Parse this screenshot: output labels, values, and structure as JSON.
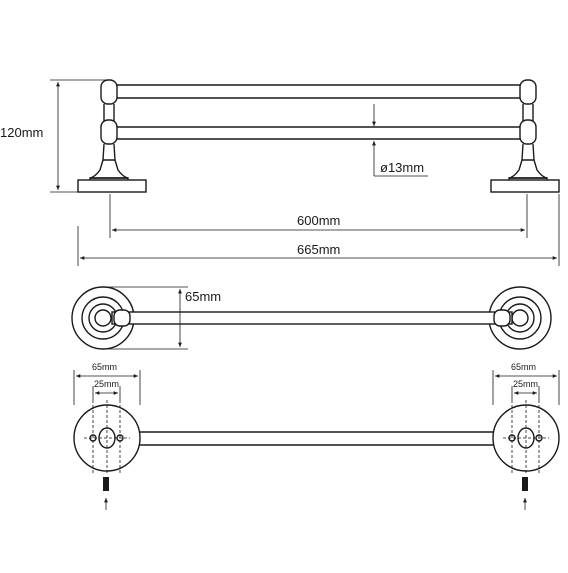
{
  "labels": {
    "height": "120mm",
    "rod_diameter": "ø13mm",
    "inner_length": "600mm",
    "total_length": "665mm",
    "depth": "65mm",
    "left_plate_width": "65mm",
    "left_hole_spacing": "25mm",
    "right_plate_width": "65mm",
    "right_hole_spacing": "25mm"
  }
}
